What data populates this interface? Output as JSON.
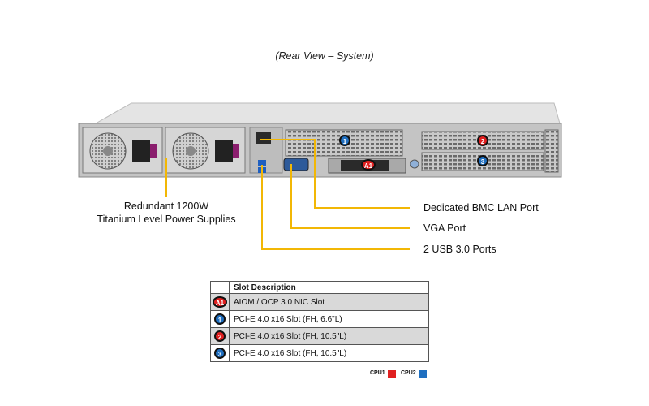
{
  "caption": "(Rear View – System)",
  "colors": {
    "cpu1": "#e02020",
    "cpu2": "#1f6fc0",
    "leader": "#f2b705"
  },
  "psu_label": {
    "line1": "Redundant  1200W",
    "line2": "Titanium  Level  Power Supplies"
  },
  "callouts": {
    "bmc": "Dedicated BMC LAN Port",
    "vga": "VGA Port",
    "usb": "2 USB 3.0 Ports"
  },
  "slot_markers": {
    "a1": "A1",
    "s1": "1",
    "s2": "2",
    "s3": "3"
  },
  "table": {
    "header": "Slot Description",
    "rows": [
      {
        "badge": "A1",
        "cpu": "cpu1",
        "text": "AIOM / OCP 3.0 NIC  Slot"
      },
      {
        "badge": "1",
        "cpu": "cpu2",
        "text": "PCI-E  4.0 x16 Slot (FH, 6.6\"L)"
      },
      {
        "badge": "2",
        "cpu": "cpu1",
        "text": "PCI-E  4.0 x16 Slot (FH, 10.5\"L)"
      },
      {
        "badge": "3",
        "cpu": "cpu2",
        "text": "PCI-E  4.0 x16 Slot (FH, 10.5\"L)"
      }
    ]
  },
  "legend": {
    "cpu1": "CPU1",
    "cpu2": "CPU2"
  }
}
